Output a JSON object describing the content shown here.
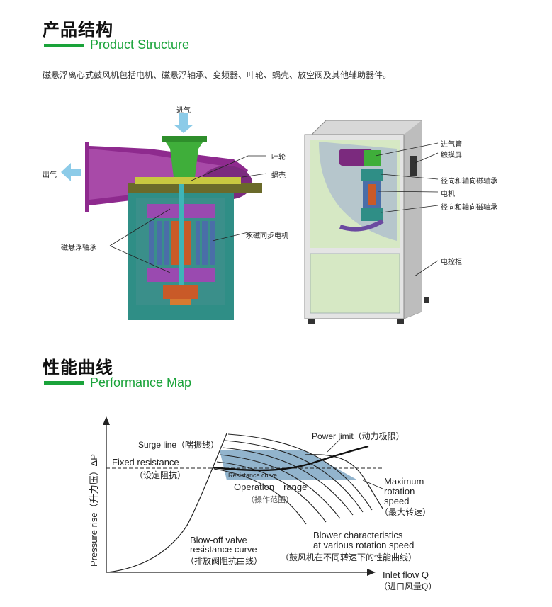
{
  "structure": {
    "title": "产品结构",
    "subtitle": "Product Structure",
    "description": "磁悬浮离心式鼓风机包括电机、磁悬浮轴承、变频器、叶轮、蜗壳、放空阀及其他辅助器件。",
    "left_labels": {
      "inlet": "进气",
      "outlet": "出气",
      "impeller": "叶轮",
      "volute": "蜗壳",
      "mag_bearing": "磁悬浮轴承",
      "pm_motor": "永磁同步电机"
    },
    "right_labels": {
      "inlet_pipe": "进气管",
      "touchscreen": "触摸屏",
      "radial_axial_bearing_top": "径向和轴向磁轴承",
      "motor": "电机",
      "radial_axial_bearing_bottom": "径向和轴向磁轴承",
      "control_cabinet": "电控柜"
    }
  },
  "performance": {
    "title": "性能曲线",
    "subtitle": "Performance Map",
    "y_axis_label": "Pressure rise（升力压）ΔP",
    "x_axis_label": "Inlet flow Q",
    "x_axis_label_cn": "（进口风量Q）",
    "surge_line": "Surge line（喘振线）",
    "power_limit": "Power limit（动力极限）",
    "fixed_resistance": "Fixed resistance",
    "fixed_resistance_cn": "（设定阻抗）",
    "resistance_curve": "Resistance curve",
    "operation_range": "Operation　range",
    "operation_range_cn": "（操作范围）",
    "max_speed_1": "Maximum",
    "max_speed_2": "rotation",
    "max_speed_3": "speed",
    "max_speed_cn": "（最大转速）",
    "blowoff_1": "Blow-off valve",
    "blowoff_2": "resistance curve",
    "blowoff_cn": "（排放阀阻抗曲线）",
    "blower_1": "Blower characteristics",
    "blower_2": "at various rotation speed",
    "blower_cn": "（鼓风机在不同转速下的性能曲线）"
  },
  "colors": {
    "accent_green": "#1aa33a",
    "operation_band": "#7fa7c4",
    "purple": "#8e2a8e",
    "teal": "#2f8e86",
    "cabinet_panel": "#d6e8c4"
  }
}
